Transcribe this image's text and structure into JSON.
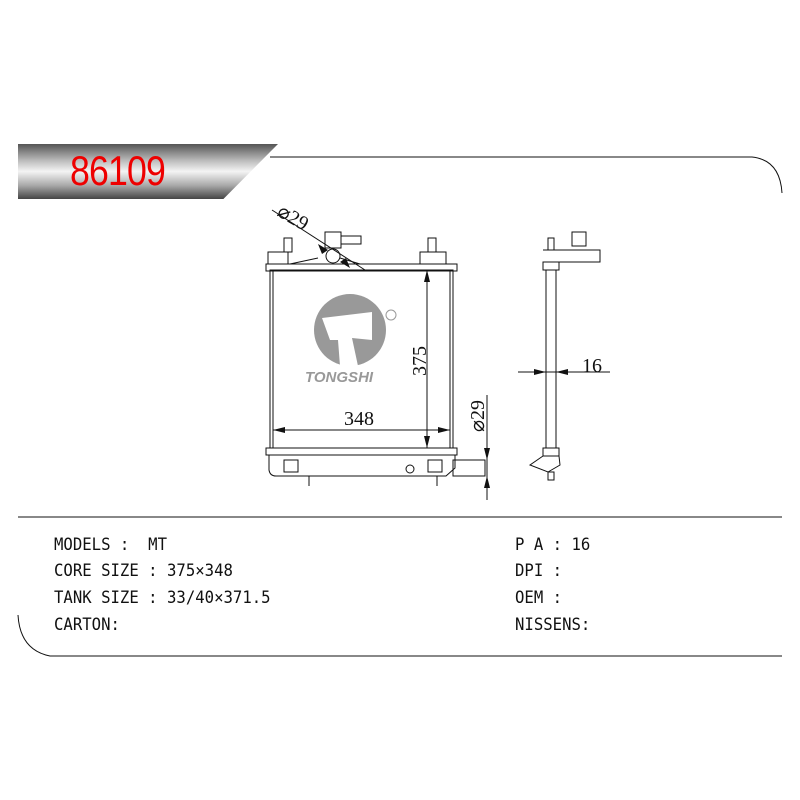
{
  "header": {
    "part_number": "86109"
  },
  "drawing": {
    "brand_logo_text": "TONGSHI",
    "dim_inlet_diameter": "⌀29",
    "dim_outlet_diameter": "⌀29",
    "dim_height": "375",
    "dim_width": "348",
    "dim_thickness": "16"
  },
  "specs": {
    "left": [
      {
        "label": "MODELS :  ",
        "value": "MT"
      },
      {
        "label": "CORE SIZE : ",
        "value": "375×348"
      },
      {
        "label": "TANK SIZE : ",
        "value": "33/40×371.5"
      },
      {
        "label": "CARTON:",
        "value": ""
      }
    ],
    "right": [
      {
        "label": "P A : ",
        "value": "16"
      },
      {
        "label": "DPI :",
        "value": ""
      },
      {
        "label": "OEM :",
        "value": ""
      },
      {
        "label": "NISSENS:",
        "value": ""
      }
    ]
  }
}
